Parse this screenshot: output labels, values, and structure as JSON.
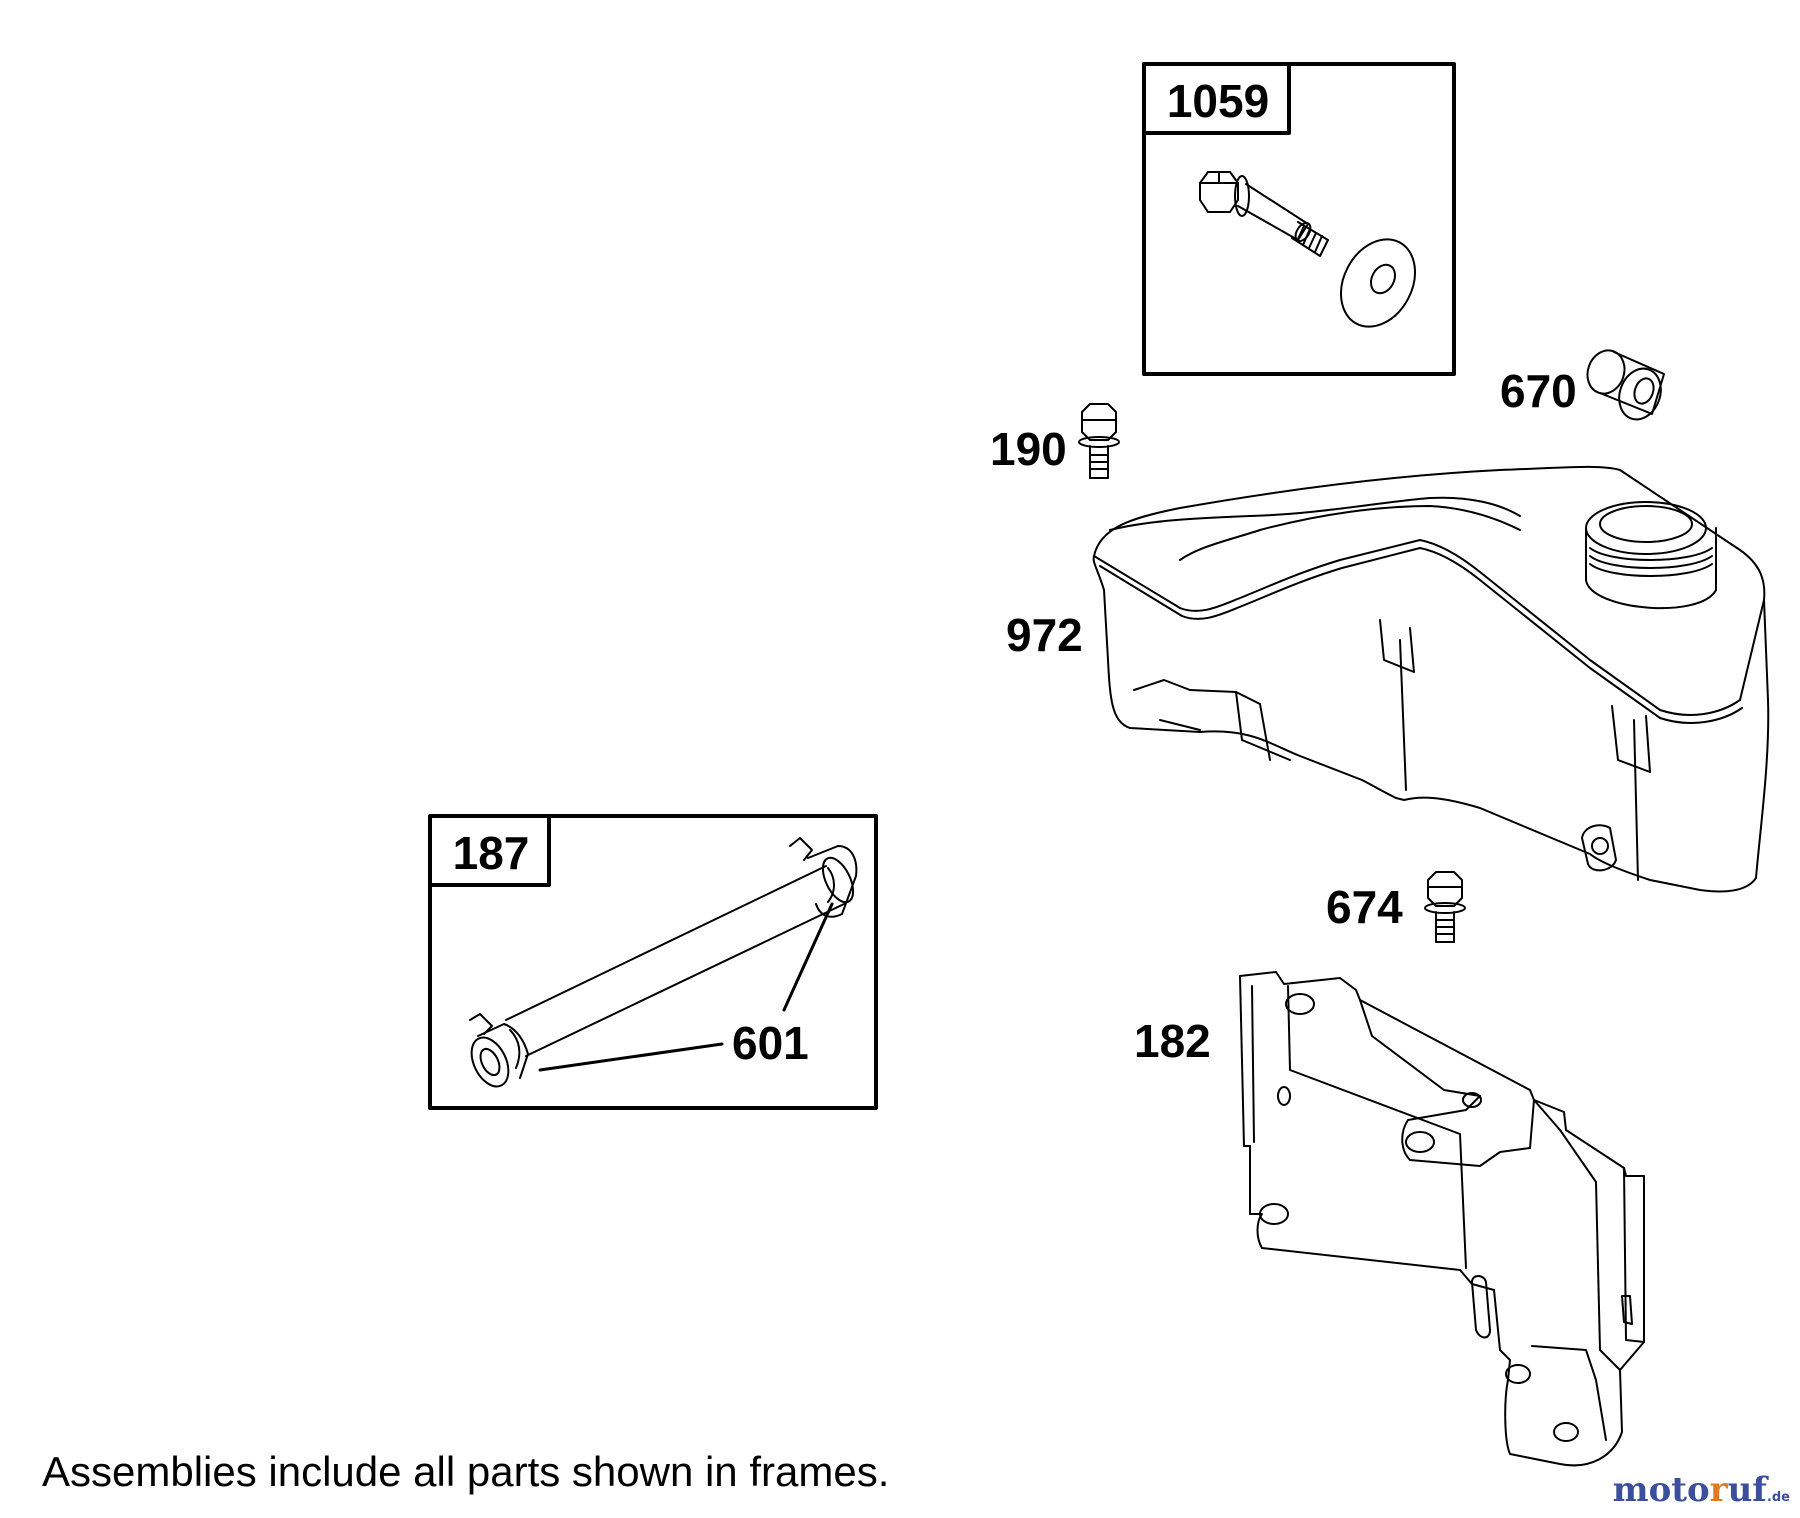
{
  "frames": [
    {
      "id": "frame-1059",
      "tag": "1059"
    },
    {
      "id": "frame-187",
      "tag": "187"
    }
  ],
  "callouts": {
    "p190": "190",
    "p670": "670",
    "p972": "972",
    "p674": "674",
    "p182": "182",
    "p601": "601"
  },
  "footnote": "Assemblies include all parts shown in frames.",
  "watermark": {
    "part1": "moto",
    "part2": "r",
    "part3": "uf",
    "tld": ".de"
  },
  "parts": [
    {
      "icon": "shoulder-bolt-with-washer-icon"
    },
    {
      "icon": "bushing-icon"
    },
    {
      "icon": "bolt-icon"
    },
    {
      "icon": "oil-tank-icon"
    },
    {
      "icon": "bolt-icon"
    },
    {
      "icon": "mounting-bracket-icon"
    },
    {
      "icon": "hose-with-clamps-icon"
    }
  ]
}
